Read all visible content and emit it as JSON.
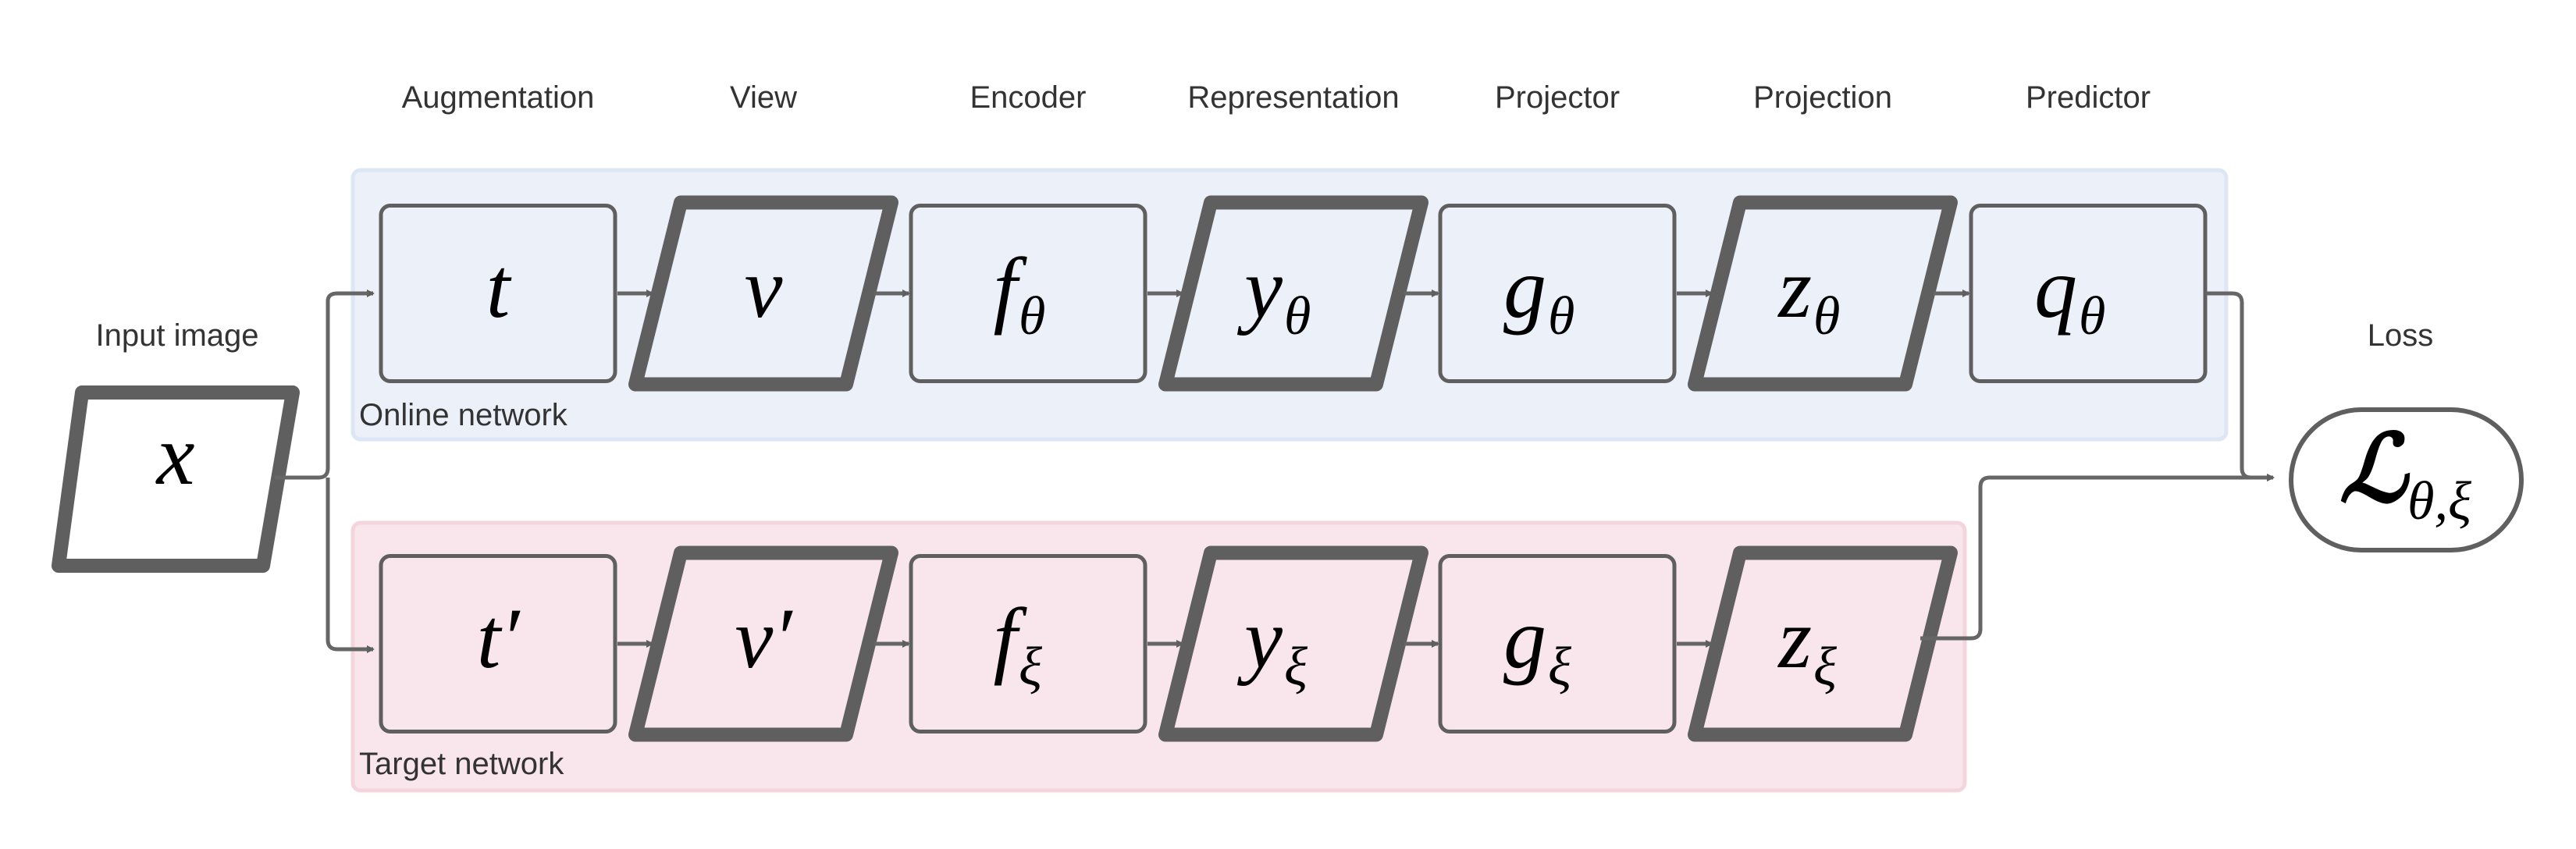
{
  "column_headers": [
    "Augmentation",
    "View",
    "Encoder",
    "Representation",
    "Projector",
    "Projection",
    "Predictor"
  ],
  "input": {
    "header": "Input image",
    "symbol": "x"
  },
  "loss": {
    "header": "Loss",
    "symbol": "ℒ",
    "subscript": "θ,ξ"
  },
  "online": {
    "label": "Online network",
    "color": "#ecf0f9",
    "border": "#dde6f5",
    "nodes": [
      {
        "sym": "t",
        "sub": "",
        "shape": "box"
      },
      {
        "sym": "v",
        "sub": "",
        "shape": "para"
      },
      {
        "sym": "f",
        "sub": "θ",
        "shape": "box"
      },
      {
        "sym": "y",
        "sub": "θ",
        "shape": "para"
      },
      {
        "sym": "g",
        "sub": "θ",
        "shape": "box"
      },
      {
        "sym": "z",
        "sub": "θ",
        "shape": "para"
      },
      {
        "sym": "q",
        "sub": "θ",
        "shape": "box"
      }
    ]
  },
  "target": {
    "label": "Target network",
    "color": "#f8e6ec",
    "border": "#f4d5de",
    "nodes": [
      {
        "sym": "t′",
        "sub": "",
        "shape": "box"
      },
      {
        "sym": "v′",
        "sub": "",
        "shape": "para"
      },
      {
        "sym": "f",
        "sub": "ξ",
        "shape": "box"
      },
      {
        "sym": "y",
        "sub": "ξ",
        "shape": "para"
      },
      {
        "sym": "g",
        "sub": "ξ",
        "shape": "box"
      },
      {
        "sym": "z",
        "sub": "ξ",
        "shape": "para"
      }
    ]
  },
  "colors": {
    "stroke": "#5f5f5f",
    "connector": "#666666",
    "text": "#333333"
  }
}
